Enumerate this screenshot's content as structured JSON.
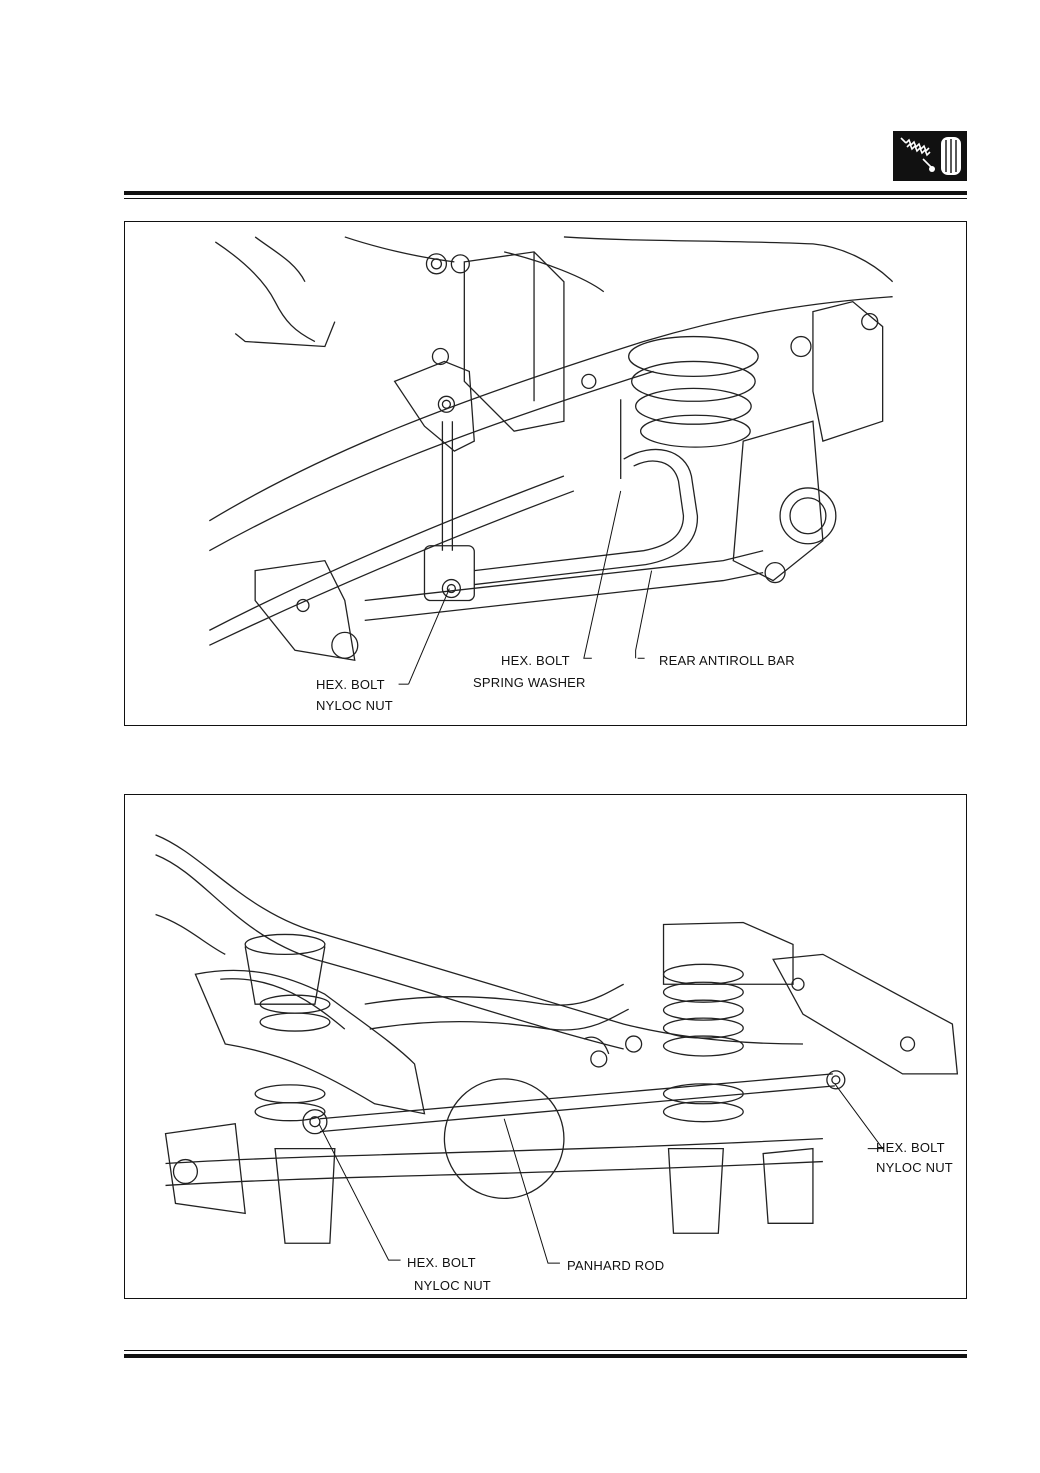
{
  "header": {
    "icon": "suspension-spring-and-wheel-icon"
  },
  "figure_top": {
    "callouts": {
      "hex_bolt_left": "HEX. BOLT",
      "nyloc_nut_left": "NYLOC NUT",
      "hex_bolt_mid": "HEX. BOLT",
      "spring_washer": "SPRING WASHER",
      "rear_antiroll_bar": "REAR ANTIROLL BAR"
    }
  },
  "figure_bottom": {
    "callouts": {
      "hex_bolt_right": "HEX. BOLT",
      "nyloc_nut_right": "NYLOC NUT",
      "hex_bolt_left": "HEX. BOLT",
      "nyloc_nut_left": "NYLOC NUT",
      "panhard_rod": "PANHARD ROD"
    }
  }
}
